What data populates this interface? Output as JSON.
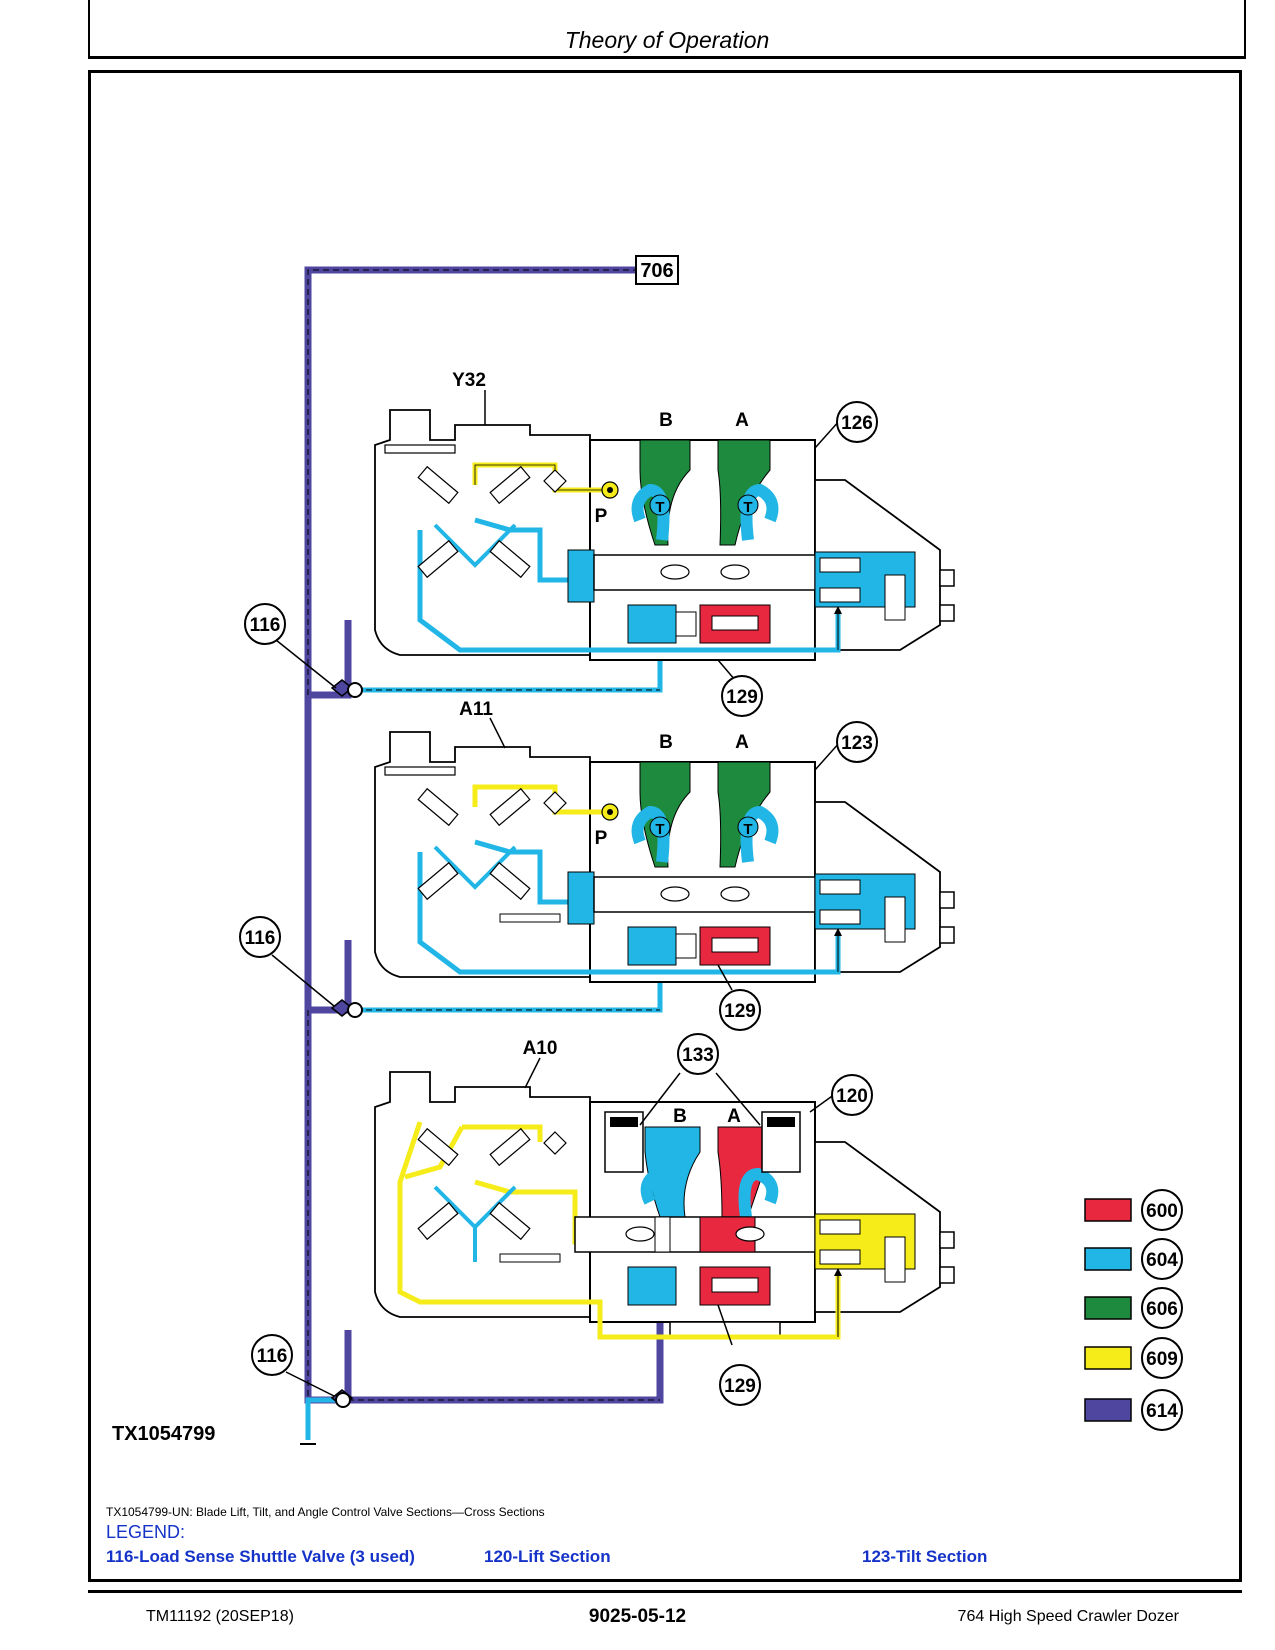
{
  "header": {
    "title": "Theory of Operation"
  },
  "figure_id": "TX1054799",
  "callouts": {
    "c706": "706",
    "c126": "126",
    "c123": "123",
    "c120": "120",
    "c116": "116",
    "c129": "129",
    "c133": "133"
  },
  "sections": [
    {
      "label": "Y32",
      "port_b": "B",
      "port_a": "A",
      "tank": "T",
      "pressure": "P"
    },
    {
      "label": "A11",
      "port_b": "B",
      "port_a": "A",
      "tank": "T",
      "pressure": "P"
    },
    {
      "label": "A10",
      "port_b": "B",
      "port_a": "A"
    }
  ],
  "color_key": [
    {
      "code": "600",
      "color": "#e8283f"
    },
    {
      "code": "604",
      "color": "#22b6e6"
    },
    {
      "code": "606",
      "color": "#1e8a3e"
    },
    {
      "code": "609",
      "color": "#f5ec1a"
    },
    {
      "code": "614",
      "color": "#4f46a0"
    }
  ],
  "caption": "TX1054799-UN: Blade Lift, Tilt, and Angle Control Valve Sections—Cross Sections",
  "legend": {
    "title": "LEGEND:",
    "items": [
      "116-Load Sense Shuttle Valve (3 used)",
      "120-Lift Section",
      "123-Tilt Section"
    ]
  },
  "footer": {
    "left": "TM11192 (20SEP18)",
    "center": "9025-05-12",
    "right": "764 High Speed Crawler Dozer"
  }
}
